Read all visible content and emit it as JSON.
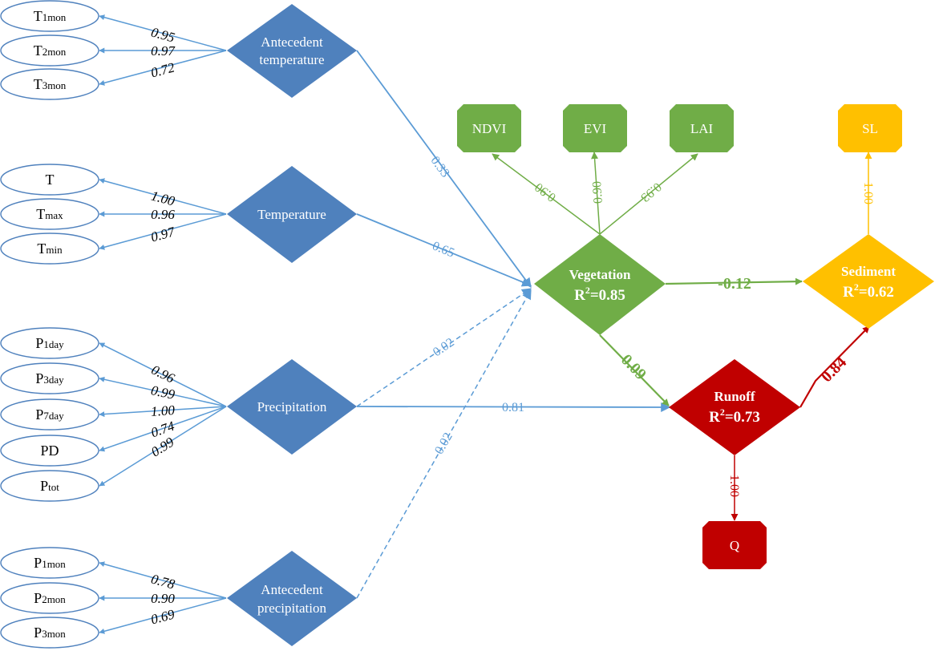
{
  "colors": {
    "blue": "#4f81bd",
    "blue_line": "#5b9bd5",
    "green": "#70ad47",
    "yellow": "#ffc000",
    "red": "#c00000",
    "white": "#ffffff",
    "black": "#000000"
  },
  "indicators": {
    "T1mon": {
      "base": "T",
      "sub": "1mon"
    },
    "T2mon": {
      "base": "T",
      "sub": "2mon"
    },
    "T3mon": {
      "base": "T",
      "sub": "3mon"
    },
    "T": {
      "base": "T",
      "sub": ""
    },
    "Tmax": {
      "base": "T",
      "sub": "max"
    },
    "Tmin": {
      "base": "T",
      "sub": "min"
    },
    "P1day": {
      "base": "P",
      "sub": "1day"
    },
    "P3day": {
      "base": "P",
      "sub": "3day"
    },
    "P7day": {
      "base": "P",
      "sub": "7day"
    },
    "PD": {
      "base": "PD",
      "sub": ""
    },
    "Ptot": {
      "base": "P",
      "sub": "tot"
    },
    "P1mon": {
      "base": "P",
      "sub": "1mon"
    },
    "P2mon": {
      "base": "P",
      "sub": "2mon"
    },
    "P3mon": {
      "base": "P",
      "sub": "3mon"
    }
  },
  "constructs": {
    "antecedent_temperature": {
      "line1": "Antecedent",
      "line2": "temperature"
    },
    "temperature": {
      "label": "Temperature"
    },
    "precipitation": {
      "label": "Precipitation"
    },
    "antecedent_precipitation": {
      "line1": "Antecedent",
      "line2": "precipitation"
    },
    "vegetation": {
      "label": "Vegetation",
      "r2_value": "=0.85"
    },
    "sediment": {
      "label": "Sediment",
      "r2_value": "=0.62"
    },
    "runoff": {
      "label": "Runoff",
      "r2_value": "=0.73"
    },
    "r2_base": "R",
    "r2_sup": "2"
  },
  "observed": {
    "NDVI": "NDVI",
    "EVI": "EVI",
    "LAI": "LAI",
    "SL": "SL",
    "Q": "Q"
  },
  "loadings": {
    "T1mon": "0.95",
    "T2mon": "0.97",
    "T3mon": "0.72",
    "T": "1.00",
    "Tmax": "0.96",
    "Tmin": "0.97",
    "P1day": "0.96",
    "P3day": "0.99",
    "P7day": "1.00",
    "PD": "0.74",
    "Ptot": "0.99",
    "P1mon": "0.78",
    "P2mon": "0.90",
    "P3mon": "0.69",
    "NDVI": "0.90",
    "EVI": "0.90",
    "LAI": "0.93",
    "SL": "1.00",
    "Q": "1.00"
  },
  "paths": {
    "antecedent_temperature_to_vegetation": "0.33",
    "temperature_to_vegetation": "0.65",
    "precipitation_to_vegetation": "0.02",
    "antecedent_precipitation_to_vegetation": "0.02",
    "precipitation_to_runoff": "0.81",
    "vegetation_to_sediment": "-0.12",
    "vegetation_to_runoff": "0.09",
    "runoff_to_sediment": "0.84"
  }
}
